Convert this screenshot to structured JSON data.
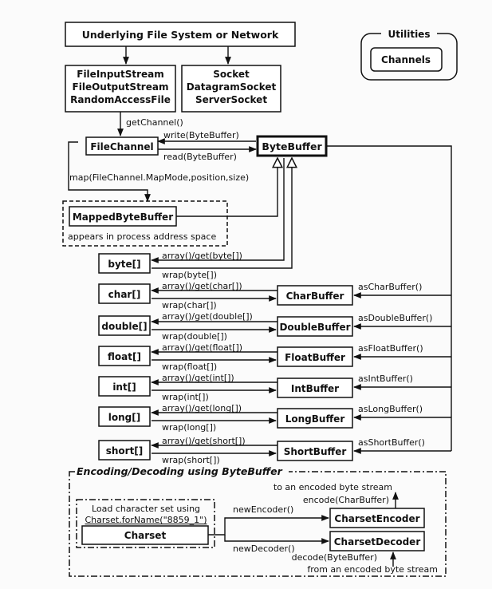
{
  "nodes": {
    "underlying": "Underlying File System or Network",
    "streams": [
      "FileInputStream",
      "FileOutputStream",
      "RandomAccessFile"
    ],
    "sockets": [
      "Socket",
      "DatagramSocket",
      "ServerSocket"
    ],
    "utilities_title": "Utilities",
    "channels": "Channels",
    "file_channel": "FileChannel",
    "byte_buffer": "ByteBuffer",
    "mapped_byte_buffer": "MappedByteBuffer",
    "mapped_note": "appears in process address space",
    "arrays": [
      "byte[]",
      "char[]",
      "double[]",
      "float[]",
      "int[]",
      "long[]",
      "short[]"
    ],
    "view_buffers": [
      "CharBuffer",
      "DoubleBuffer",
      "FloatBuffer",
      "IntBuffer",
      "LongBuffer",
      "ShortBuffer"
    ],
    "encoding_title": "Encoding/Decoding using ByteBuffer",
    "charset_note_line1": "Load character set using",
    "charset_note_line2": "Charset.forName(\"8859_1\")",
    "charset": "Charset",
    "charset_encoder": "CharsetEncoder",
    "charset_decoder": "CharsetDecoder"
  },
  "edges": {
    "get_channel": "getChannel()",
    "write": "write(ByteBuffer)",
    "read": "read(ByteBuffer)",
    "map": "map(FileChannel.MapMode,position,size)",
    "array_get": [
      "array()/get(byte[])",
      "array()/get(char[])",
      "array()/get(double[])",
      "array()/get(float[])",
      "array()/get(int[])",
      "array()/get(long[])",
      "array()/get(short[])"
    ],
    "wrap": [
      "wrap(byte[])",
      "wrap(char[])",
      "wrap(double[])",
      "wrap(float[])",
      "wrap(int[])",
      "wrap(long[])",
      "wrap(short[])"
    ],
    "as_buffer": [
      "asCharBuffer()",
      "asDoubleBuffer()",
      "asFloatBuffer()",
      "asIntBuffer()",
      "asLongBuffer()",
      "asShortBuffer()"
    ],
    "to_stream": "to an encoded byte stream",
    "encode": "encode(CharBuffer)",
    "new_encoder": "newEncoder()",
    "new_decoder": "newDecoder()",
    "decode": "decode(ByteBuffer)",
    "from_stream": "from an encoded byte stream"
  }
}
